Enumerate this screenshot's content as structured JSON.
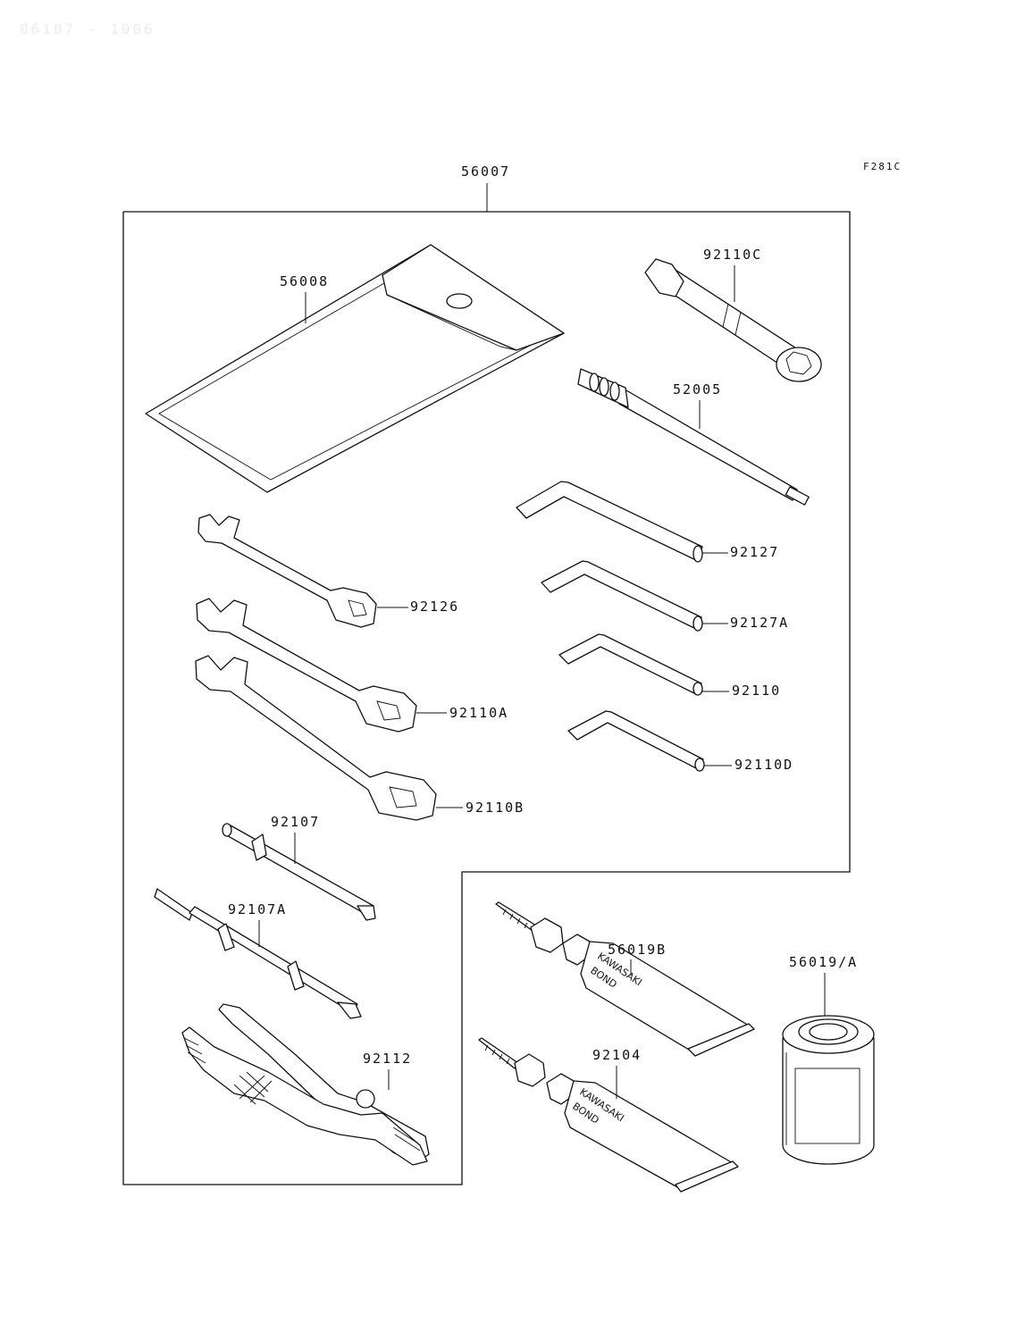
{
  "header": {
    "faint_code": "06107 - 1006",
    "figure_code": "F281C"
  },
  "kit": {
    "part_number": "56007"
  },
  "parts": {
    "p56008": "56008",
    "p92110C": "92110C",
    "p52005": "52005",
    "p92127": "92127",
    "p92127A": "92127A",
    "p92110": "92110",
    "p92110D": "92110D",
    "p92126": "92126",
    "p92110A": "92110A",
    "p92110B": "92110B",
    "p92107": "92107",
    "p92107A": "92107A",
    "p92112": "92112",
    "p56019B": "56019B",
    "p92104": "92104",
    "p56019A": "56019/A"
  },
  "tube_print": {
    "line1": "KAWASAKI",
    "line2": "BOND"
  }
}
